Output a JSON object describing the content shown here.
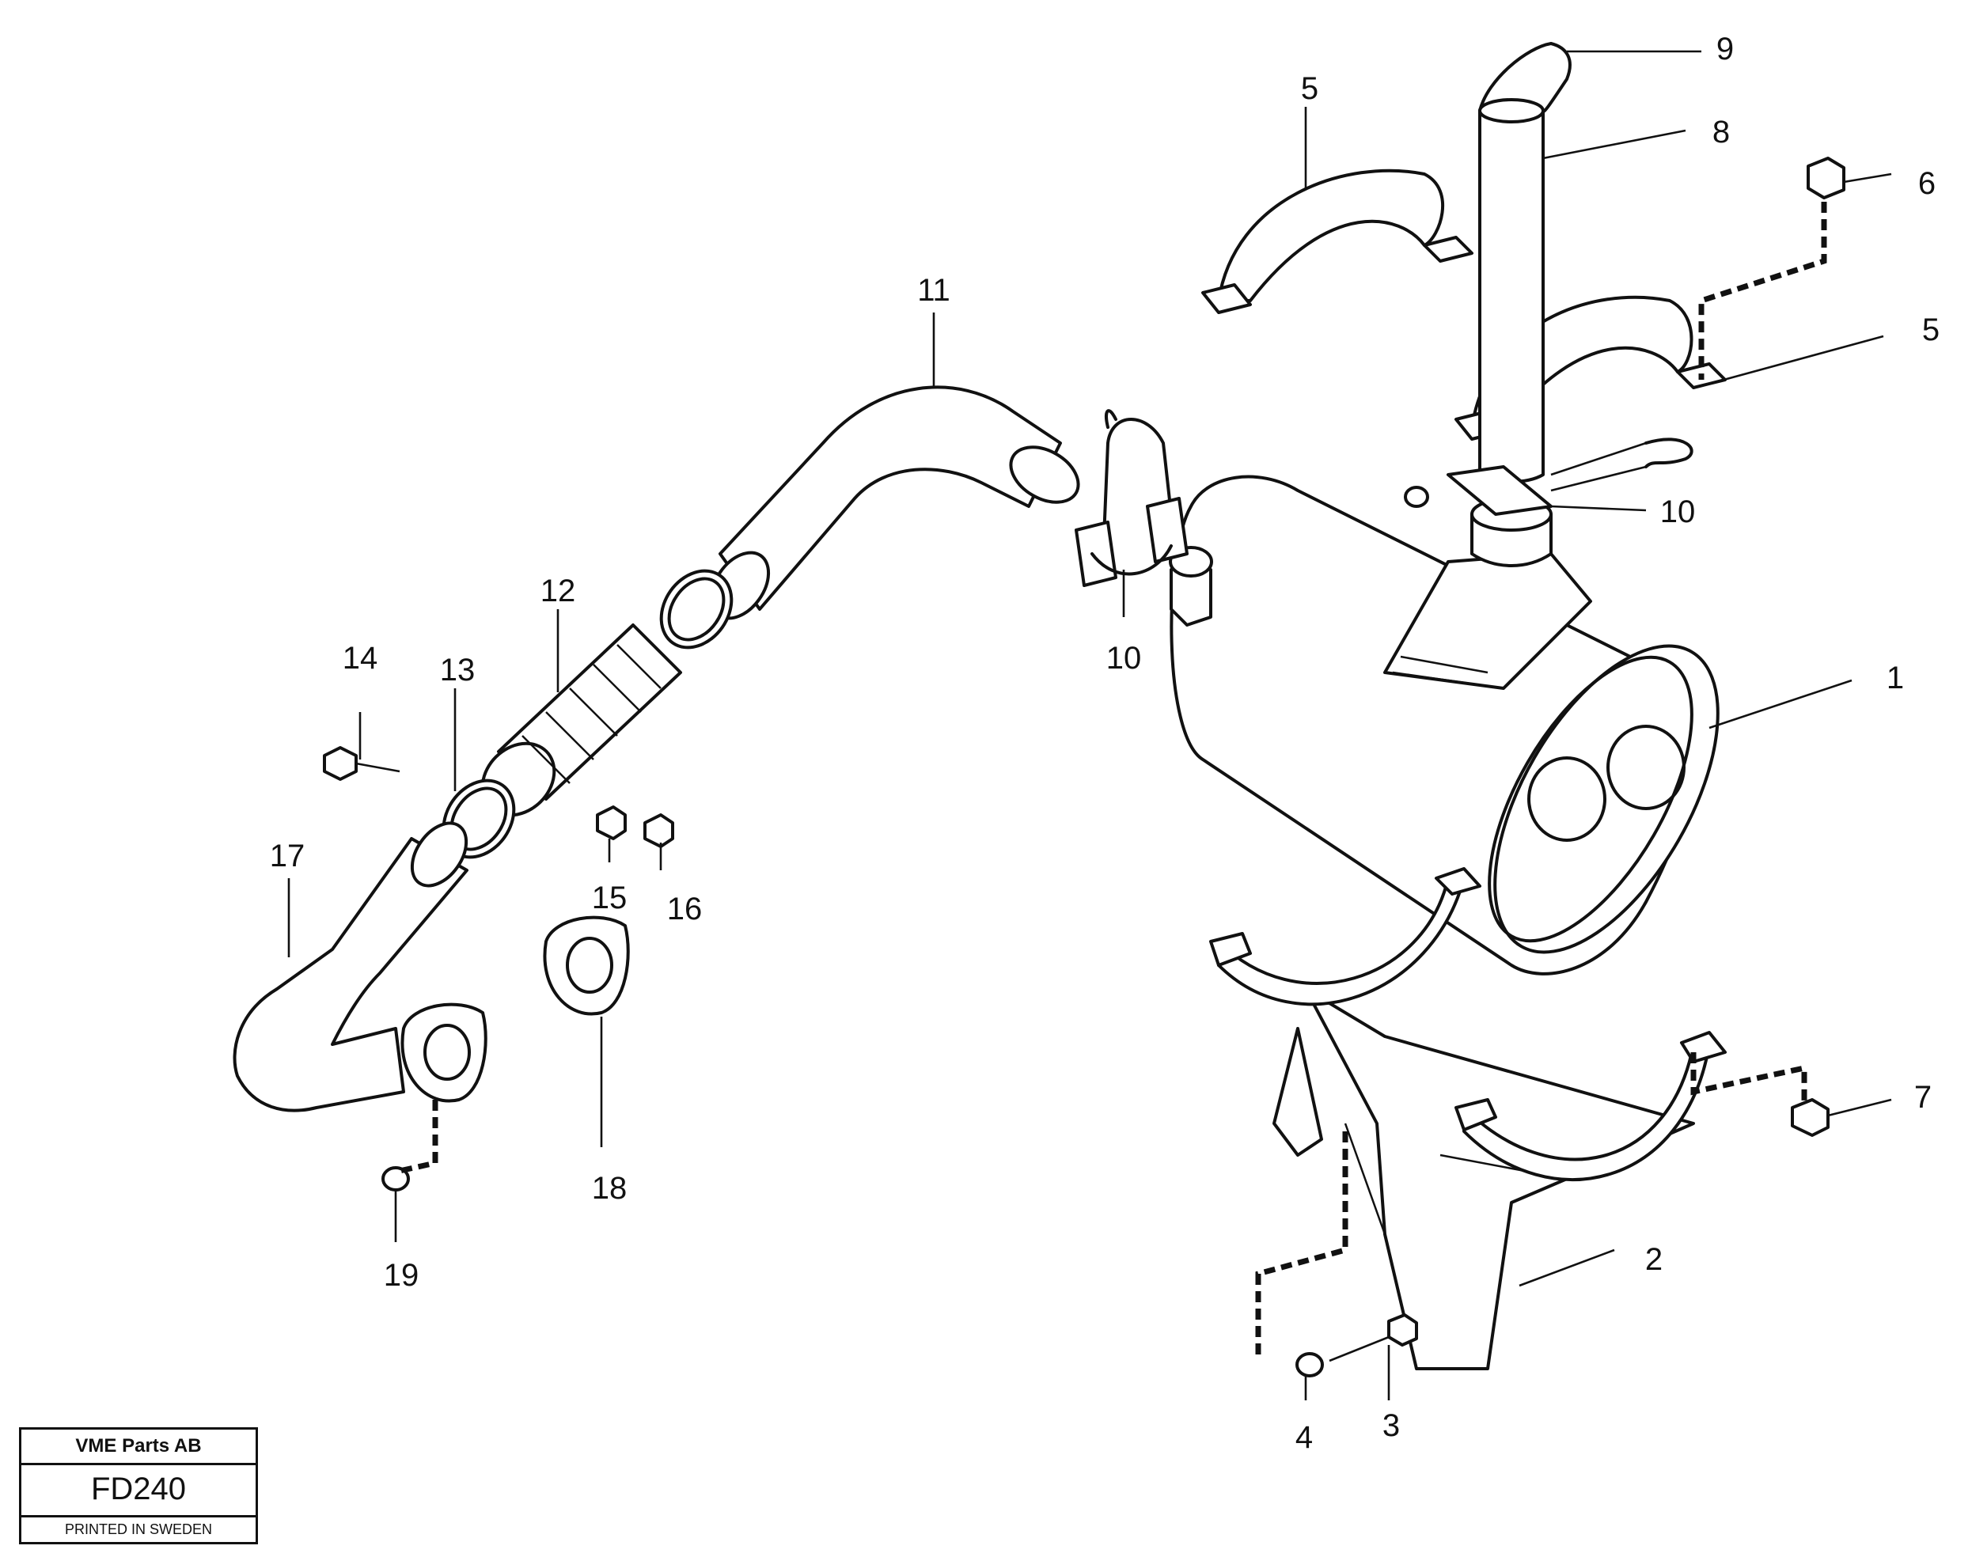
{
  "diagram": {
    "callouts": [
      "1",
      "2",
      "3",
      "4",
      "5",
      "5",
      "6",
      "7",
      "8",
      "9",
      "10",
      "10",
      "11",
      "12",
      "13",
      "14",
      "15",
      "16",
      "17",
      "18",
      "19"
    ]
  },
  "title_block": {
    "company": "VME Parts AB",
    "drawing_number": "FD240",
    "footer": "PRINTED IN SWEDEN"
  }
}
